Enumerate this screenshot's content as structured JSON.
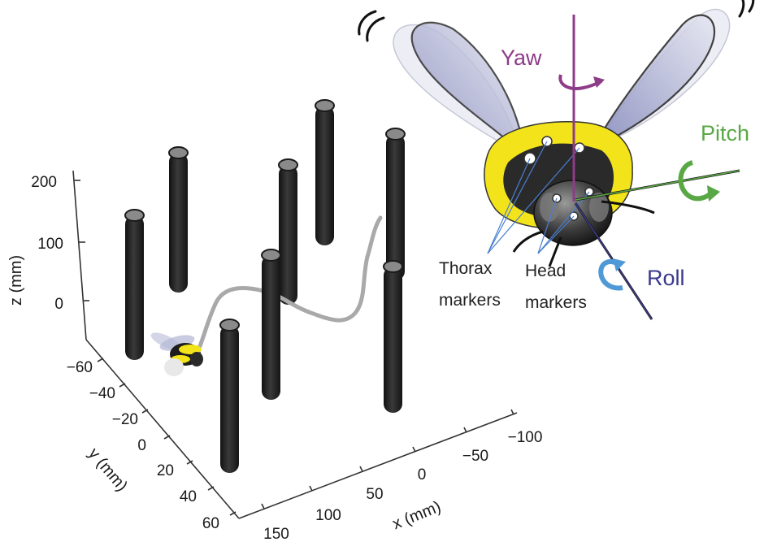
{
  "colors": {
    "axis": "#333333",
    "pillar": "#262626",
    "pillar_top": "#8a8a8a",
    "trajectory": "#a9a9a9",
    "yaw": "#8e3b88",
    "pitch": "#5aa845",
    "roll": "#3a3a8c",
    "roll_arrow": "#4f9ad6",
    "marker_lines": "#4a7fd0",
    "bee_yellow": "#f2e31a",
    "wing": "#9ea2c8"
  },
  "axes": {
    "z": {
      "title": "z (mm)",
      "ticks": [
        "200",
        "100",
        "0"
      ]
    },
    "y": {
      "title": "y (mm)",
      "ticks": [
        "−60",
        "−40",
        "−20",
        "0",
        "20",
        "40",
        "60"
      ]
    },
    "x": {
      "title": "x (mm)",
      "ticks": [
        "150",
        "100",
        "50",
        "0",
        "−50",
        "−100"
      ]
    }
  },
  "labels": {
    "yaw": "Yaw",
    "pitch": "Pitch",
    "roll": "Roll",
    "thorax_line1": "Thorax",
    "thorax_line2": "markers",
    "head_line1": "Head",
    "head_line2": "markers"
  },
  "icons": {
    "pillar": "cylinder-pillar-icon",
    "bee": "bumblebee-icon",
    "rotation": "rotation-arrow-icon"
  }
}
